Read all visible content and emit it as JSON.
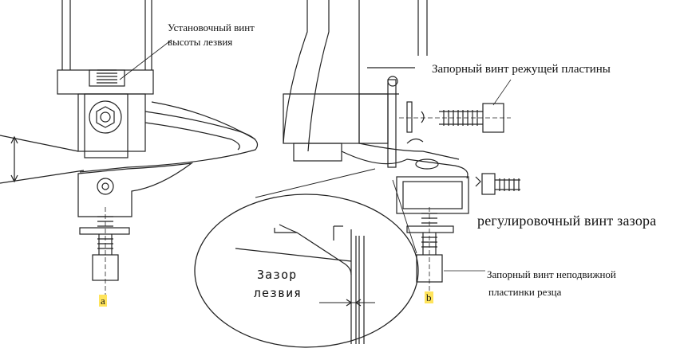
{
  "labels": {
    "setscrew_blade_height_l1": "Установочный винт",
    "setscrew_blade_height_l2": "высоты лезвия",
    "locking_screw_cutting_plate": "Запорный винт режущей пластины",
    "gap_adjusting_screw": "регулировочный винт зазора",
    "locking_screw_fixed_plate_l1": "Запорный винт неподвижной",
    "locking_screw_fixed_plate_l2": "пластинки резца",
    "blade_gap_l1": "Зазор",
    "blade_gap_l2": "лезвия",
    "fig_a": "a",
    "fig_b": "b"
  },
  "colors": {
    "line": "#222222",
    "highlight": "#ffe45c"
  }
}
